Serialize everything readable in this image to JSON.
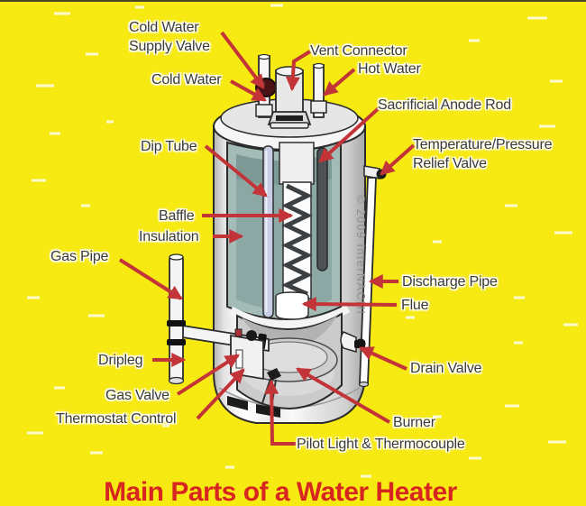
{
  "title": "Main Parts of a Water Heater",
  "copyright": "© 2009 InterNACHI",
  "colors": {
    "background": "#f7e912",
    "arrow_red": "#c23437",
    "title_red": "#d6261f",
    "label_text": "#3a3a3a",
    "insulation_teal": "#a3bcb8",
    "inner_tank_teal": "#8ba8a4"
  },
  "labels": {
    "cold_water_supply_valve": "Cold Water\nSupply Valve",
    "cold_water": "Cold Water",
    "vent_connector": "Vent Connector",
    "hot_water": "Hot Water",
    "sacrificial_anode_rod": "Sacrificial Anode Rod",
    "temperature_pressure_relief_valve": "Temperature/Pressure\nRelief Valve",
    "dip_tube": "Dip Tube",
    "baffle": "Baffle",
    "insulation": "Insulation",
    "gas_pipe": "Gas Pipe",
    "dripleg": "Dripleg",
    "gas_valve": "Gas Valve",
    "thermostat_control": "Thermostat Control",
    "discharge_pipe": "Discharge Pipe",
    "flue": "Flue",
    "drain_valve": "Drain Valve",
    "burner": "Burner",
    "pilot_light_thermocouple": "Pilot Light & Thermocouple"
  }
}
